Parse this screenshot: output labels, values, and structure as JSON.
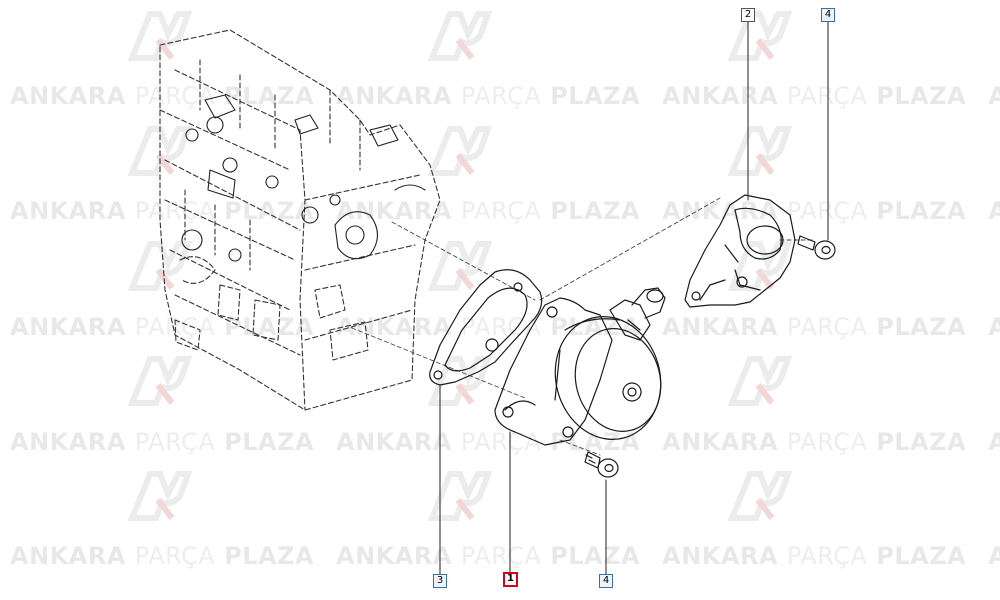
{
  "watermark": {
    "part1": "ANKARA",
    "part2": "PARÇA",
    "part3": "PLAZA",
    "logo_text": "AP"
  },
  "callouts": [
    {
      "id": "callout-2",
      "label": "2",
      "style": "gray"
    },
    {
      "id": "callout-4-top",
      "label": "4",
      "style": "blue"
    },
    {
      "id": "callout-3",
      "label": "3",
      "style": "blue"
    },
    {
      "id": "callout-1",
      "label": "1",
      "style": "red"
    },
    {
      "id": "callout-4-bottom",
      "label": "4",
      "style": "blue"
    }
  ],
  "colors": {
    "line": "#1a1a1a",
    "callout_border_blue": "#3a6fa3",
    "callout_border_red": "#d0021b",
    "watermark": "#e6e6e6"
  }
}
